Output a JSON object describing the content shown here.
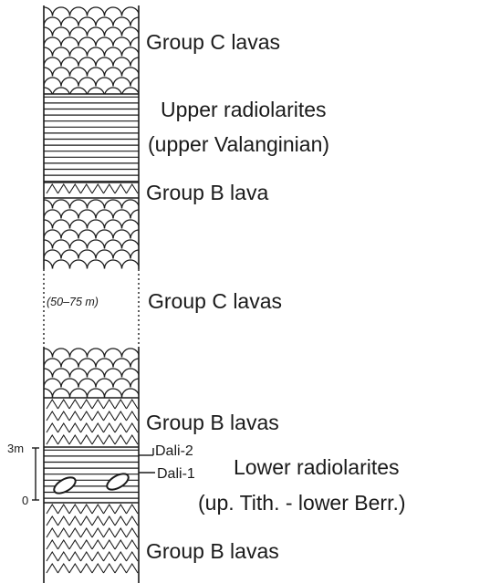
{
  "column": {
    "units": [
      {
        "pattern": "scales",
        "label": "Group C lavas"
      },
      {
        "pattern": "lines",
        "label_line1": "Upper radiolarites",
        "label_line2": "(upper Valanginian)"
      },
      {
        "pattern": "carets",
        "label": "Group B lava"
      },
      {
        "pattern": "scales",
        "label": ""
      },
      {
        "pattern": "gap",
        "label": "Group C lavas",
        "thickness_note": "(50–75 m)"
      },
      {
        "pattern": "scales",
        "label": ""
      },
      {
        "pattern": "carets",
        "label": "Group B lavas"
      },
      {
        "pattern": "lines-with-nodules",
        "label_line1": "Lower radiolarites",
        "label_line2": "(up. Tith. - lower Berr.)"
      },
      {
        "pattern": "carets",
        "label": "Group B lavas"
      }
    ]
  },
  "samples": [
    {
      "label": "Dali-2"
    },
    {
      "label": "Dali-1"
    }
  ],
  "scale_bar": {
    "top_label": "3m",
    "bottom_label": "0"
  },
  "colors": {
    "ink": "#1a1a1a",
    "background": "#ffffff"
  }
}
